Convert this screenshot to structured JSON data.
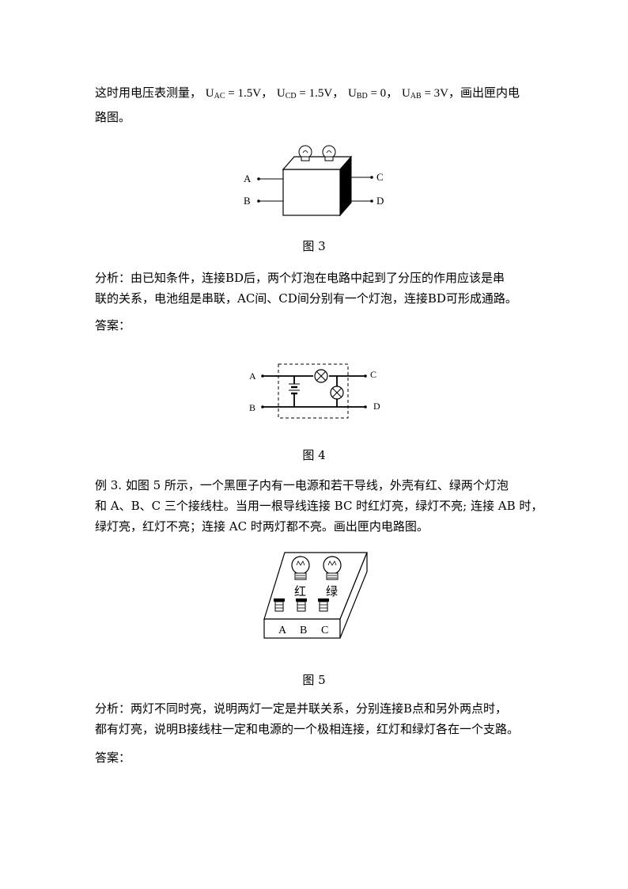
{
  "paragraph1": {
    "prefix": "这时用电压表测量，",
    "u_ac": "U",
    "u_ac_sub": "AC",
    "u_ac_val": " = 1.5V，",
    "u_cd": "U",
    "u_cd_sub": "CD",
    "u_cd_val": " = 1.5V，",
    "u_bd": "U",
    "u_bd_sub": "BD",
    "u_bd_val": " = 0，",
    "u_ab": "U",
    "u_ab_sub": "AB",
    "u_ab_val": " = 3V",
    "suffix": "，画出匣内电",
    "line2": "路图。"
  },
  "figure3": {
    "caption": "图 3",
    "labels": {
      "a": "A",
      "b": "B",
      "c": "C",
      "d": "D"
    }
  },
  "analysis1": {
    "line1": "分析：由已知条件，连接BD后，两个灯泡在电路中起到了分压的作用应该是串",
    "line2": "联的关系，电池组是串联，AC间、CD间分别有一个灯泡，连接BD可形成通路。"
  },
  "answer1": {
    "label": "答案："
  },
  "figure4": {
    "caption": "图 4",
    "labels": {
      "a": "A",
      "b": "B",
      "c": "C",
      "d": "D"
    }
  },
  "example3": {
    "line1": "例 3. 如图 5 所示，一个黑匣子内有一电源和若干导线，外壳有红、绿两个灯泡",
    "line2": "和 A、B、C 三个接线柱。当用一根导线连接 BC 时红灯亮，绿灯不亮; 连接 AB 时，",
    "line3": "绿灯亮，红灯不亮；连接 AC 时两灯都不亮。画出匣内电路图。"
  },
  "figure5": {
    "caption": "图 5",
    "lamp_red": "红",
    "lamp_green": "绿",
    "terminals": {
      "a": "A",
      "b": "B",
      "c": "C"
    }
  },
  "analysis2": {
    "line1": "分析：两灯不同时亮，说明两灯一定是并联关系，分别连接B点和另外两点时，",
    "line2": "都有灯亮，说明B接线柱一定和电源的一个极相连接，红灯和绿灯各在一个支路。"
  },
  "answer2": {
    "label": "答案："
  }
}
